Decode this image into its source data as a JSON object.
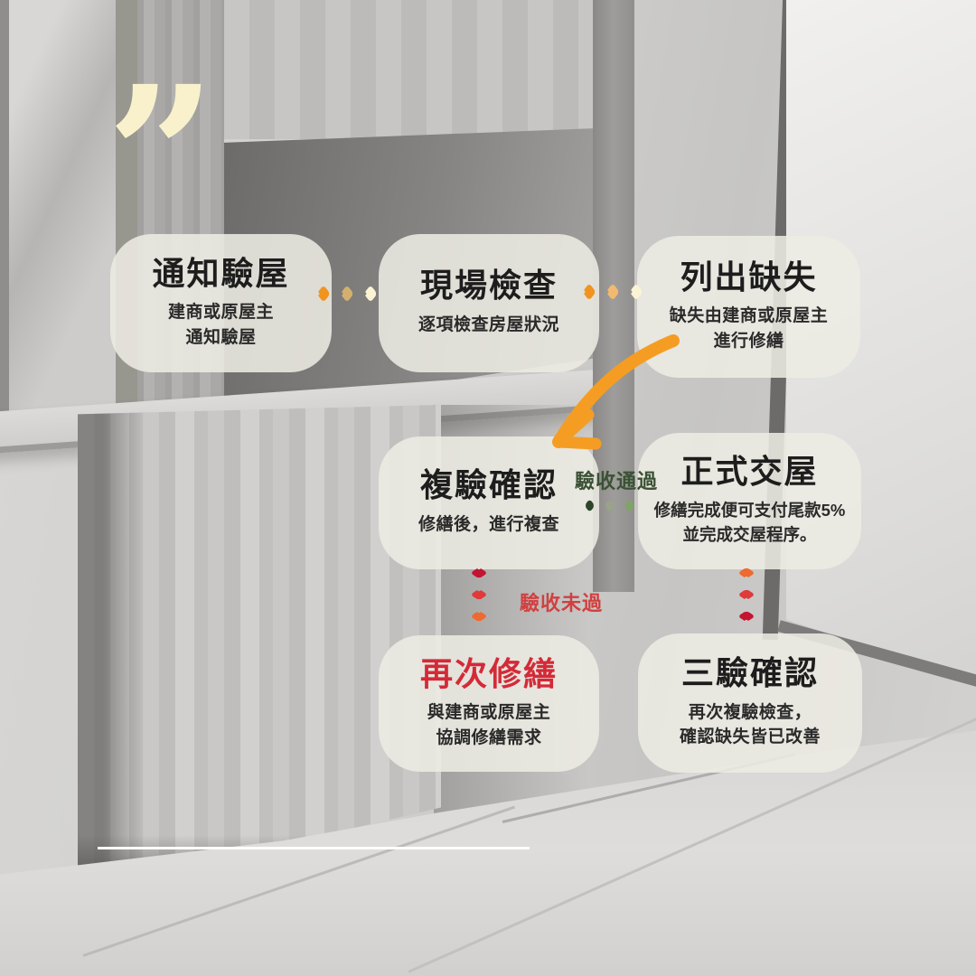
{
  "decor": {
    "quote_mark": "”"
  },
  "flow": {
    "steps": [
      {
        "key": "notify",
        "title": "通知驗屋",
        "desc": "建商或原屋主\n通知驗屋"
      },
      {
        "key": "site-inspection",
        "title": "現場檢查",
        "desc": "逐項檢查房屋狀況"
      },
      {
        "key": "list-defects",
        "title": "列出缺失",
        "desc": "缺失由建商或原屋主\n進行修繕"
      },
      {
        "key": "reinspection",
        "title": "複驗確認",
        "desc": "修繕後，進行複查"
      },
      {
        "key": "handover",
        "title": "正式交屋",
        "desc": "修繕完成便可支付尾款5%\n並完成交屋程序。"
      },
      {
        "key": "repair-again",
        "title": "再次修繕",
        "desc": "與建商或原屋主\n協調修繕需求"
      },
      {
        "key": "third-inspection",
        "title": "三驗確認",
        "desc": "再次複驗檢查，\n確認缺失皆已改善"
      }
    ],
    "pass_label": "驗收通過",
    "fail_label": "驗收未過"
  },
  "icons": {
    "quote-icon": "”",
    "chevron-right-icon": "›",
    "chevron-down-icon": "⌄",
    "chevron-up-icon": "⌃",
    "curved-arrow-icon": "↙"
  },
  "colors": {
    "card_bg": "#edebe4",
    "title_dark": "#1d1d1d",
    "title_red": "#d42a38",
    "pass_green": "#3a5134",
    "fail_red": "#d14040",
    "chevron_orange": "#f0941f",
    "chevron_tan": "#d4b06e",
    "chevron_cream": "#fbf3d3",
    "chevron_green_dark": "#2c462a",
    "chevron_green_sage": "#9aa287",
    "chevron_green_mid": "#7fa566",
    "chevron_red_dark": "#c31432",
    "chevron_red_mid": "#df3b3b",
    "chevron_red_orange": "#ee6a31",
    "quote_cream": "#f8f1cc",
    "divider_white": "#fcfcfb"
  }
}
